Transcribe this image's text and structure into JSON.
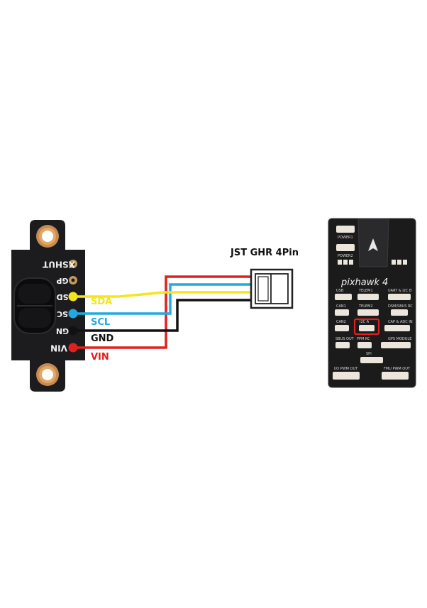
{
  "connector": {
    "label": "JST GHR 4Pin"
  },
  "sensor": {
    "pins": [
      "XSHUT",
      "GP",
      "SD",
      "SC",
      "GN",
      "VIN"
    ]
  },
  "wires": [
    {
      "label": "SDA",
      "color": "#f5e51b"
    },
    {
      "label": "SCL",
      "color": "#22a9e1"
    },
    {
      "label": "GND",
      "color": "#111111"
    },
    {
      "label": "VIN",
      "color": "#e0201e"
    }
  ],
  "controller": {
    "brand": "pixhawk 4",
    "ports": {
      "power1": "POWER1",
      "power2": "POWER2",
      "usb": "USB",
      "telem1": "TELEM1",
      "uart": "UART & I2C B",
      "can1": "CAN1",
      "telem2": "TELEM2",
      "dsm": "DSM/SBUS RC",
      "can2": "CAN2",
      "i2c_a": "I2C A",
      "cap": "CAP & ADC IN",
      "sbus_out": "SBUS OUT",
      "ppm": "PPM RC",
      "gps": "GPS MODULE",
      "spi": "SPI",
      "io_pwm": "I/O PWM OUT",
      "fmu_pwm": "FMU PWM OUT"
    }
  },
  "colors": {
    "highlight": "#e0201e",
    "board": "#1b1b1c",
    "port": "#ece5dc"
  }
}
